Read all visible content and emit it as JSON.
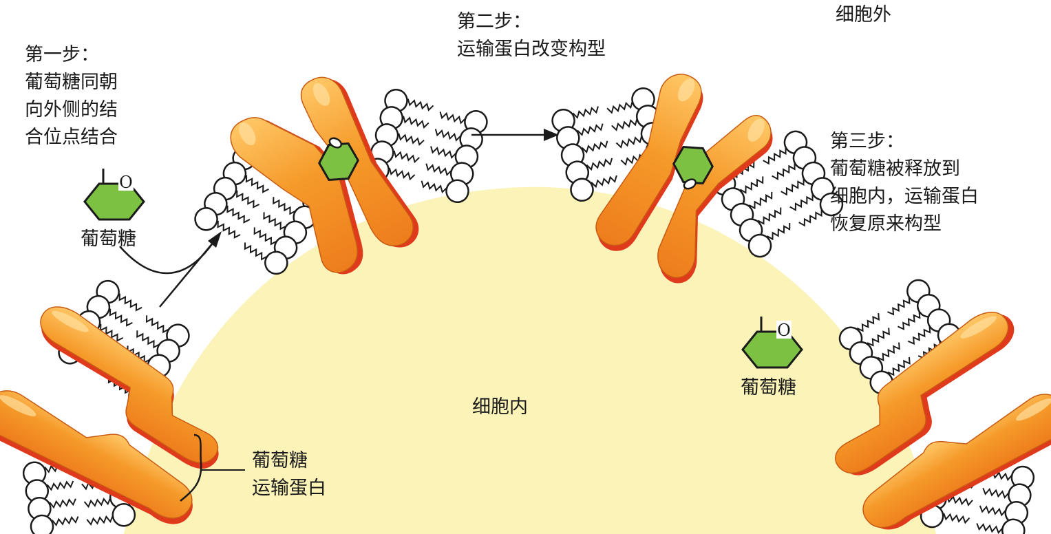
{
  "labels": {
    "outside_cell": "细胞外",
    "inside_cell": "细胞内",
    "glucose": "葡萄糖",
    "o_symbol": "O",
    "transporter": [
      "葡萄糖",
      "运输蛋白"
    ]
  },
  "steps": [
    {
      "title": "第一步：",
      "lines": [
        "葡萄糖同朝",
        "向外侧的结",
        "合位点结合"
      ]
    },
    {
      "title": "第二步：",
      "lines": [
        "运输蛋白改变构型"
      ]
    },
    {
      "title": "第三步：",
      "lines": [
        "葡萄糖被释放到",
        "细胞内，运输蛋白",
        "恢复原来构型"
      ]
    }
  ],
  "colors": {
    "cytoplasm": "#fbf3b8",
    "protein_fill": "#f59a2a",
    "protein_highlight": "#ffc766",
    "protein_shadow": "#e03a1c",
    "glucose_fill": "#7cc142",
    "lipid_head": "#ffffff",
    "outline": "#1a1a1a"
  }
}
